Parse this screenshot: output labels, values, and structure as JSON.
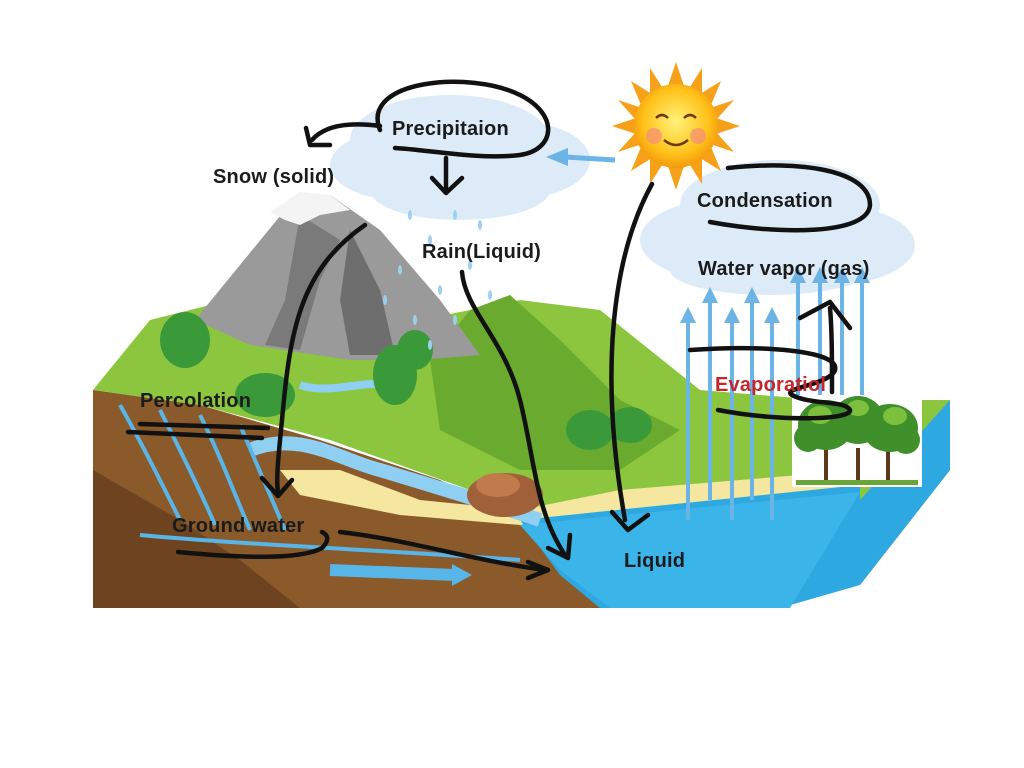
{
  "labels": {
    "precipitation": "Precipitaion",
    "snow": "Snow (solid)",
    "rain": "Rain(Liquid)",
    "condensation": "Condensation",
    "water_vapor": "Water vapor (gas)",
    "evaporation": "Evaporatiol",
    "percolation": "Percolation",
    "ground_water": "Ground water",
    "liquid": "Liquid"
  },
  "colors": {
    "sky_cloud": "#dcebf7",
    "mountain": "#9a9a9a",
    "snow_cap": "#f4f4f4",
    "grass": "#8cc63f",
    "soil": "#8b5a2b",
    "water": "#2ea8e0",
    "sand": "#f5e6a0",
    "arrow_blue": "#6cb4e6",
    "ink": "#111111",
    "evaporation_text": "#c4262e"
  },
  "icons": [
    "sun-icon",
    "cloud-icon",
    "tree-icon"
  ]
}
